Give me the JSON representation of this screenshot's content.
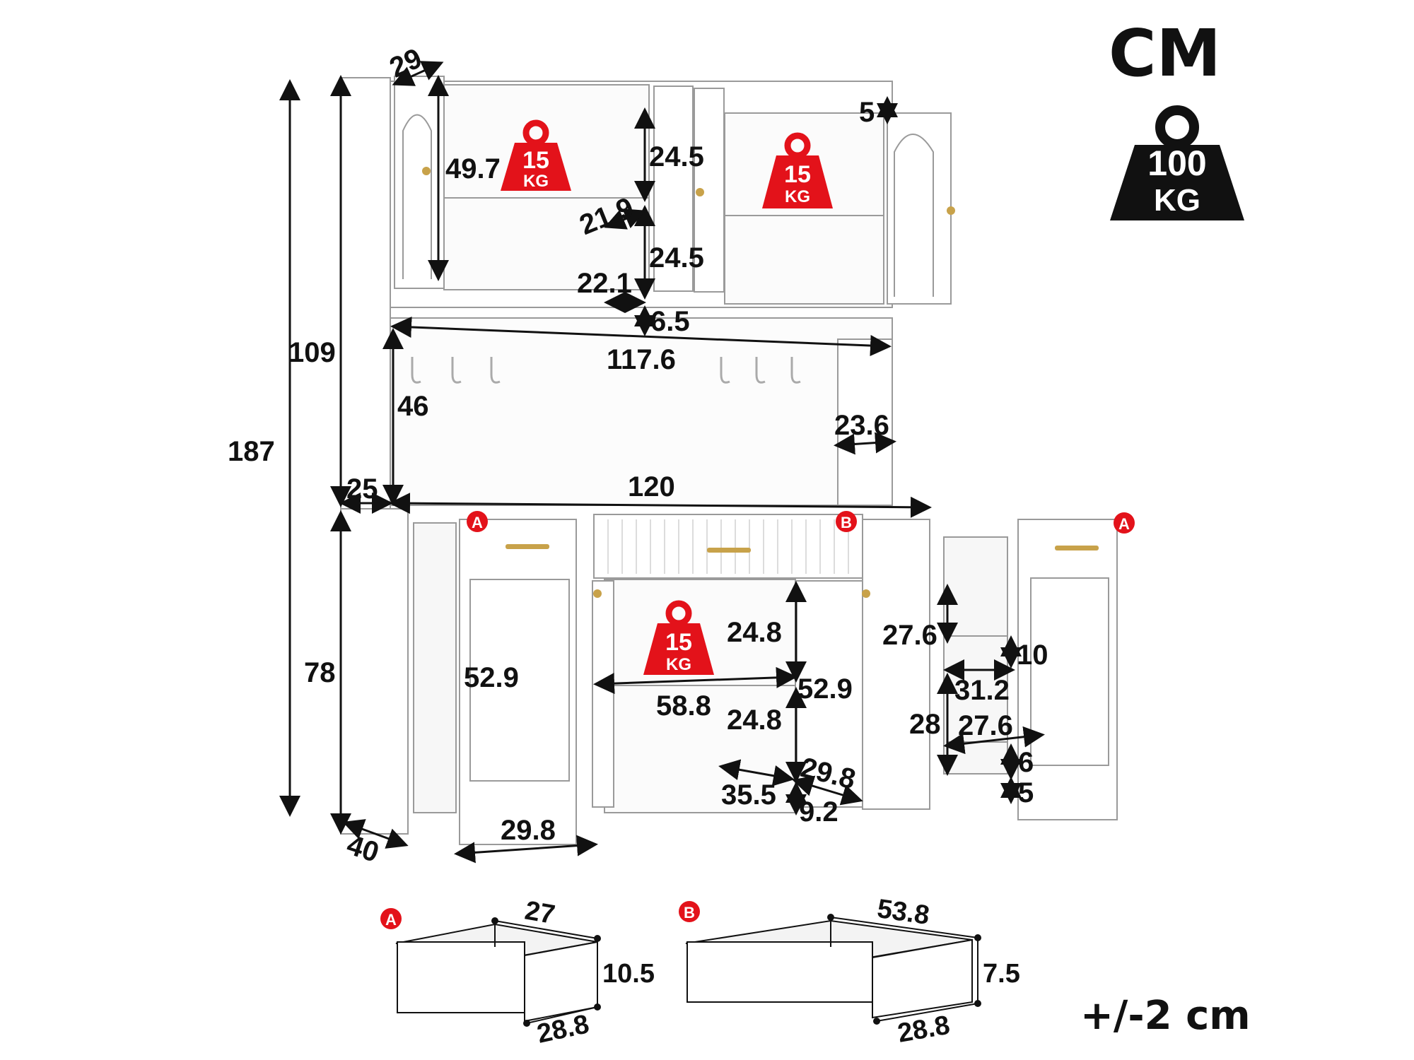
{
  "unit_title": "CM",
  "capacity_badge": {
    "value": "100",
    "unit": "KG"
  },
  "shelf_load": {
    "value": "15",
    "unit": "KG"
  },
  "tolerance": "+/-2 cm",
  "drawer_marker_a": "A",
  "drawer_marker_b": "B",
  "dims": {
    "total_height": "187",
    "upper_height": "109",
    "lower_height": "78",
    "depth_base": "40",
    "upper_depth": "25",
    "door_depth": "29",
    "upper_door_height": "49.7",
    "upper_shelf_top": "24.5",
    "upper_shelf_bottom": "24.5",
    "upper_shelf_depth_a": "21.9",
    "upper_shelf_depth_b": "22.1",
    "top_rail": "5",
    "hutch_gap": "6.5",
    "hutch_width": "117.6",
    "hutch_height": "46",
    "hutch_side_depth": "23.6",
    "counter_width": "120",
    "left_side_height": "52.9",
    "left_drawer_width": "29.8",
    "center_shelf_top": "24.8",
    "center_shelf_bottom": "24.8",
    "center_height": "52.9",
    "center_width": "58.8",
    "center_depth": "35.5",
    "center_inner_depth": "29.8",
    "toe_kick": "9.2",
    "pullout_top": "27.6",
    "pullout_gap": "10",
    "pullout_depth": "31.2",
    "pullout_height": "28",
    "pullout_shelf_depth": "27.6",
    "pullout_shelf_gap": "6",
    "pullout_base": "5"
  },
  "drawer_a": {
    "width": "27",
    "height": "10.5",
    "depth": "28.8"
  },
  "drawer_b": {
    "width": "53.8",
    "height": "7.5",
    "depth": "28.8"
  },
  "colors": {
    "badge_red": "#e3121a",
    "badge_black": "#111111",
    "cabinet_line": "#9a9a9a",
    "knob_gold": "#c8a24a"
  }
}
